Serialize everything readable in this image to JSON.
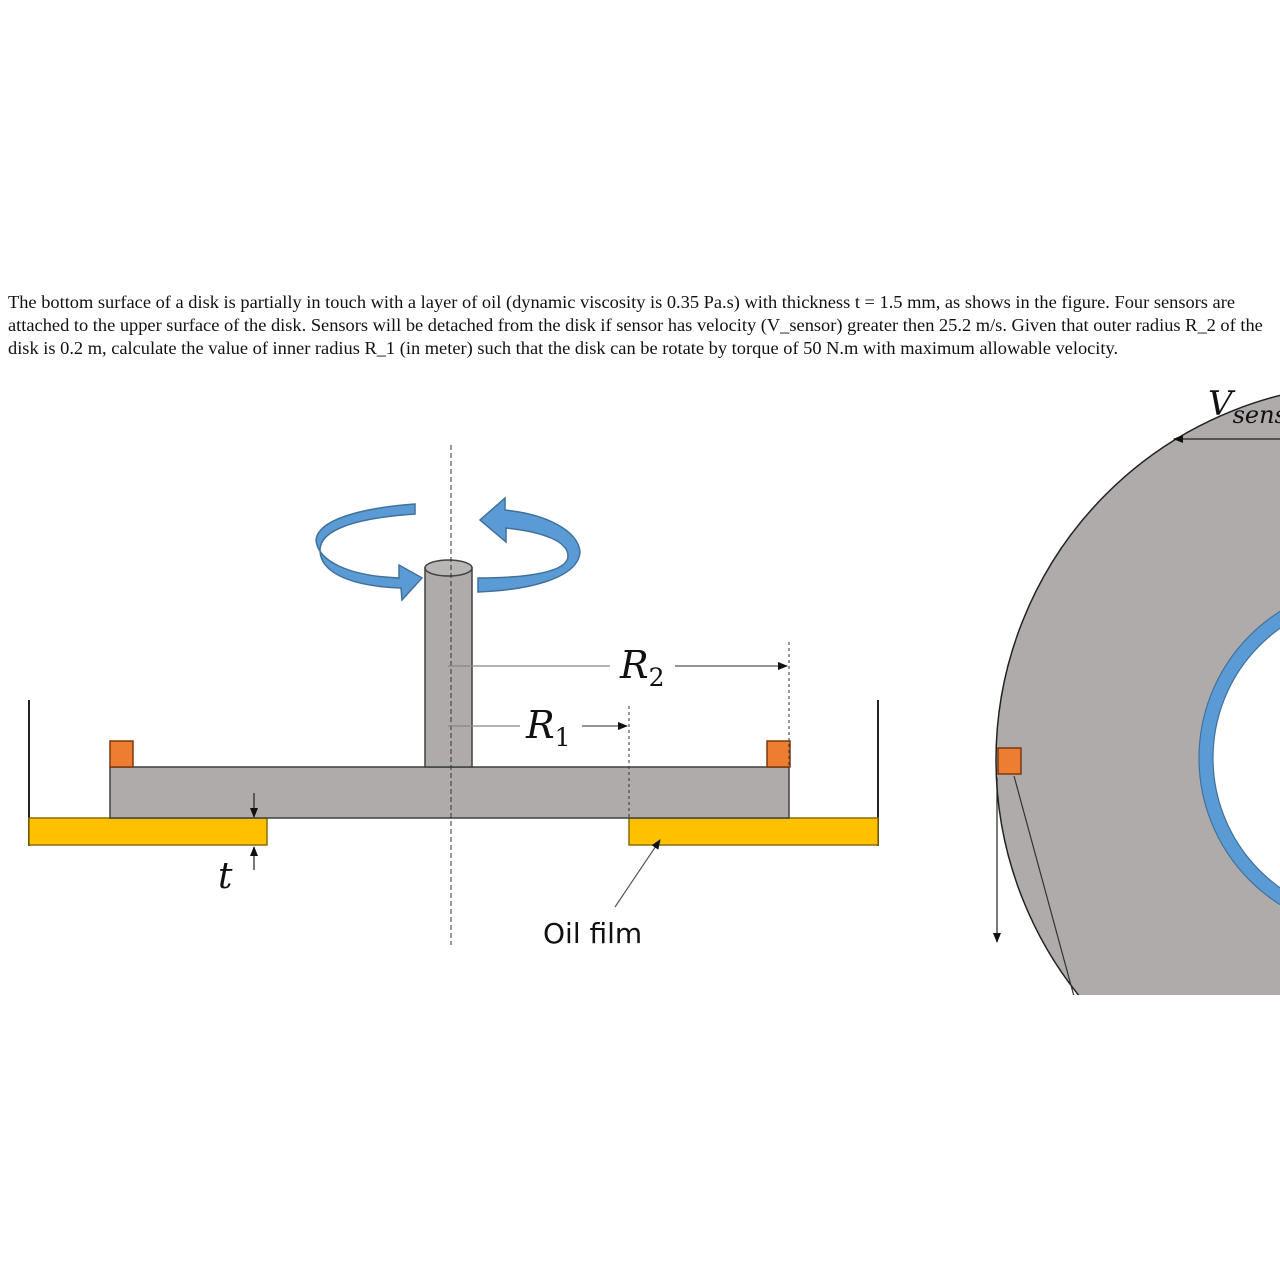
{
  "problem": {
    "text": "The bottom surface of a disk is partially in touch with a layer of oil (dynamic viscosity is 0.35 Pa.s) with thickness t = 1.5 mm, as shows in the figure. Four sensors are attached to the upper surface of the disk. Sensors will be detached from the disk if sensor has velocity (V_sensor) greater then 25.2 m/s. Given that outer radius R_2 of the disk is 0.2 m, calculate the value of inner radius R_1 (in meter) such that the disk can be rotate by torque of 50 N.m with maximum allowable velocity."
  },
  "figure": {
    "labels": {
      "r2_main": "R",
      "r2_sub": "2",
      "r1_main": "R",
      "r1_sub": "1",
      "thickness": "t",
      "oil_film": "Oil film",
      "v_main": "V",
      "v_sub": "sens"
    },
    "colors": {
      "disk": "#afabab",
      "shaft": "#afabab",
      "sensor": "#ed7d31",
      "oil": "#ffc000",
      "rotation_arrow": "#5b9bd5",
      "rotation_arrow_dark": "#41719c",
      "outline": "#404040"
    },
    "icons": {
      "rotation_left": "curved-arrow-right-icon",
      "rotation_right": "curved-arrow-left-icon"
    }
  }
}
